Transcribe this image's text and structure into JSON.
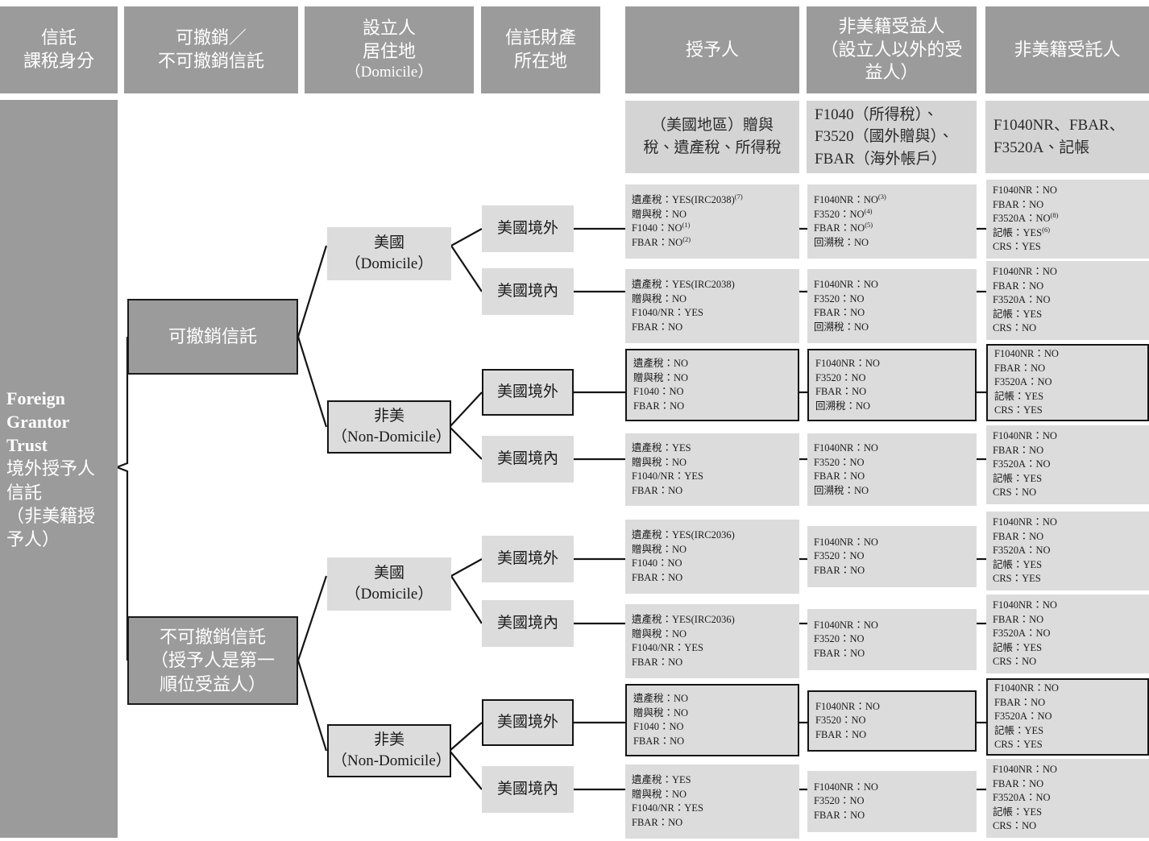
{
  "headers": [
    {
      "id": "trust-tax-status",
      "lines": [
        "信託",
        "課稅身分"
      ]
    },
    {
      "id": "revocability",
      "lines": [
        "可撤銷／",
        "不可撤銷信託"
      ]
    },
    {
      "id": "settlor-domicile",
      "lines": [
        "設立人",
        "居住地",
        "（Domicile）"
      ]
    },
    {
      "id": "trust-property-location",
      "lines": [
        "信託財產",
        "所在地"
      ]
    },
    {
      "id": "grantor",
      "lines": [
        "授予人"
      ]
    },
    {
      "id": "non-us-beneficiary",
      "lines": [
        "非美籍受益人",
        "（設立人以外的受",
        "益人）"
      ]
    },
    {
      "id": "non-us-trustee",
      "lines": [
        "非美籍受託人"
      ]
    }
  ],
  "subheaders": {
    "grantor": [
      "（美國地區）贈與",
      "稅、遺產稅、所得稅"
    ],
    "beneficiary": [
      "F1040（所得稅）、",
      "F3520（國外贈與）、",
      "FBAR（海外帳戶）"
    ],
    "trustee": [
      "F1040NR、FBAR、",
      "F3520A、記帳"
    ]
  },
  "trunk": {
    "bold_lines": [
      "Foreign",
      "Grantor",
      "Trust"
    ],
    "lines": [
      "境外授予人",
      "信託",
      "（非美籍授",
      "予人）"
    ]
  },
  "branches": {
    "revocable": "可撤銷信託",
    "irrevocable": [
      "不可撤銷信託",
      "（授予人是第一",
      "順位受益人）"
    ]
  },
  "domicile": {
    "us": [
      "美國",
      "（Domicile）"
    ],
    "non_us": [
      "非美",
      "（Non-Domicile）"
    ]
  },
  "property": {
    "outside": "美國境外",
    "inside": "美國境內"
  },
  "rows": [
    {
      "id": "row-1",
      "branch": "revocable",
      "domicile": "us",
      "property": "outside",
      "highlight": false,
      "grantor": [
        "遺產稅：YES(IRC2038)<sup>(7)</sup>",
        "贈與稅：NO",
        "F1040：NO<sup>(1)</sup>",
        "FBAR：NO<sup>(2)</sup>"
      ],
      "beneficiary": [
        "F1040NR：NO<sup>(3)</sup>",
        "F3520：NO<sup>(4)</sup>",
        "FBAR：NO<sup>(5)</sup>",
        "回溯稅：NO"
      ],
      "trustee": [
        "F1040NR：NO",
        "FBAR：NO",
        "F3520A：NO<sup>(8)</sup>",
        "記帳：YES<sup>(6)</sup>",
        "CRS：YES"
      ]
    },
    {
      "id": "row-2",
      "branch": "revocable",
      "domicile": "us",
      "property": "inside",
      "highlight": false,
      "grantor": [
        "遺產稅：YES(IRC2038)",
        "贈與稅：NO",
        "F1040/NR：YES",
        "FBAR：NO"
      ],
      "beneficiary": [
        "F1040NR：NO",
        "F3520：NO",
        "FBAR：NO",
        "回溯稅：NO"
      ],
      "trustee": [
        "F1040NR：NO",
        "FBAR：NO",
        "F3520A：NO",
        "記帳：YES",
        "CRS：NO"
      ]
    },
    {
      "id": "row-3",
      "branch": "revocable",
      "domicile": "non_us",
      "property": "outside",
      "highlight": true,
      "grantor": [
        "遺產稅：NO",
        "贈與稅：NO",
        "F1040：NO",
        "FBAR：NO"
      ],
      "beneficiary": [
        "F1040NR：NO",
        "F3520：NO",
        "FBAR：NO",
        "回溯稅：NO"
      ],
      "trustee": [
        "F1040NR：NO",
        "FBAR：NO",
        "F3520A：NO",
        "記帳：YES",
        "CRS：YES"
      ]
    },
    {
      "id": "row-4",
      "branch": "revocable",
      "domicile": "non_us",
      "property": "inside",
      "highlight": false,
      "grantor": [
        "遺產稅：YES",
        "贈與稅：NO",
        "F1040/NR：YES",
        "FBAR：NO"
      ],
      "beneficiary": [
        "F1040NR：NO",
        "F3520：NO",
        "FBAR：NO",
        "回溯稅：NO"
      ],
      "trustee": [
        "F1040NR：NO",
        "FBAR：NO",
        "F3520A：NO",
        "記帳：YES",
        "CRS：NO"
      ]
    },
    {
      "id": "row-5",
      "branch": "irrevocable",
      "domicile": "us",
      "property": "outside",
      "highlight": false,
      "grantor": [
        "遺產稅：YES(IRC2036)",
        "贈與稅：NO",
        "F1040：NO",
        "FBAR：NO"
      ],
      "beneficiary": [
        "F1040NR：NO",
        "F3520：NO",
        "FBAR：NO"
      ],
      "trustee": [
        "F1040NR：NO",
        "FBAR：NO",
        "F3520A：NO",
        "記帳：YES",
        "CRS：YES"
      ]
    },
    {
      "id": "row-6",
      "branch": "irrevocable",
      "domicile": "us",
      "property": "inside",
      "highlight": false,
      "grantor": [
        "遺產稅：YES(IRC2036)",
        "贈與稅：NO",
        "F1040/NR：YES",
        "FBAR：NO"
      ],
      "beneficiary": [
        "F1040NR：NO",
        "F3520：NO",
        "FBAR：NO"
      ],
      "trustee": [
        "F1040NR：NO",
        "FBAR：NO",
        "F3520A：NO",
        "記帳：YES",
        "CRS：NO"
      ]
    },
    {
      "id": "row-7",
      "branch": "irrevocable",
      "domicile": "non_us",
      "property": "outside",
      "highlight": true,
      "grantor": [
        "遺產稅：NO",
        "贈與稅：NO",
        "F1040：NO",
        "FBAR：NO"
      ],
      "beneficiary": [
        "F1040NR：NO",
        "F3520：NO",
        "FBAR：NO"
      ],
      "trustee": [
        "F1040NR：NO",
        "FBAR：NO",
        "F3520A：NO",
        "記帳：YES",
        "CRS：YES"
      ]
    },
    {
      "id": "row-8",
      "branch": "irrevocable",
      "domicile": "non_us",
      "property": "inside",
      "highlight": false,
      "grantor": [
        "遺產稅：YES",
        "贈與稅：NO",
        "F1040/NR：YES",
        "FBAR：NO"
      ],
      "beneficiary": [
        "F1040NR：NO",
        "F3520：NO",
        "FBAR：NO"
      ],
      "trustee": [
        "F1040NR：NO",
        "FBAR：NO",
        "F3520A：NO",
        "記帳：YES",
        "CRS：NO"
      ]
    }
  ],
  "colors": {
    "header_grey": "#9b9b9b",
    "box_grey": "#dcdcdc",
    "line": "#151515",
    "header_text": "#ffffff",
    "body_text": "#1a1a1a"
  }
}
